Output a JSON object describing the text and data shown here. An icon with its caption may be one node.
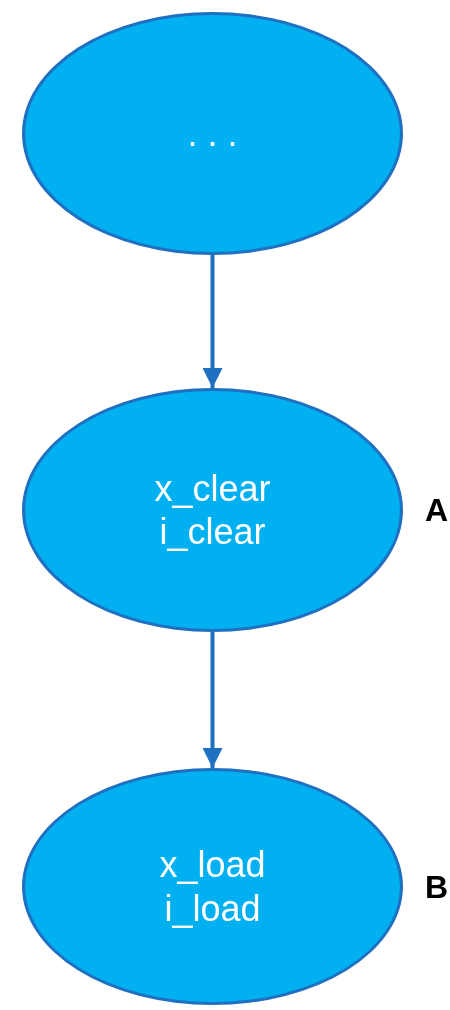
{
  "diagram": {
    "nodes": [
      {
        "text": [
          ". . ."
        ]
      },
      {
        "text": [
          "x_clear",
          "i_clear"
        ],
        "beside": [
          "A"
        ]
      },
      {
        "text": [
          "x_load",
          "i_load"
        ],
        "beside": [
          "B"
        ]
      }
    ],
    "edges": [
      {
        "from": 0,
        "to": 1,
        "arrow": "to"
      },
      {
        "from": 1,
        "to": 2,
        "arrow": "to"
      }
    ]
  }
}
